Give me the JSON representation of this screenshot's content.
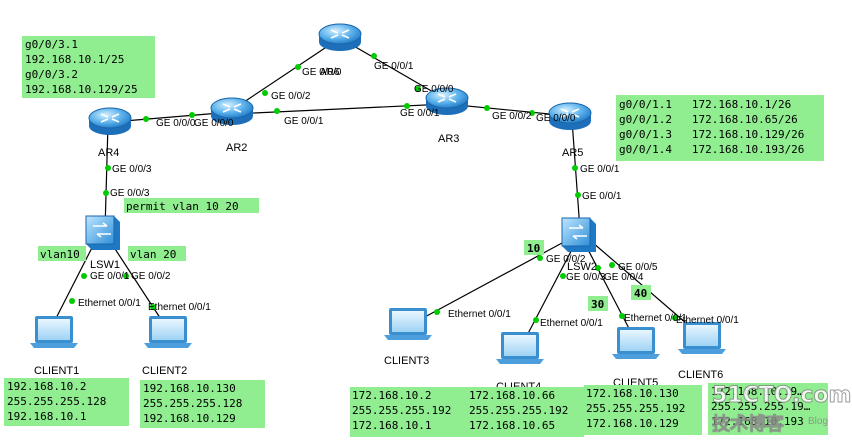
{
  "routers": {
    "ar_top": "AR6",
    "ar2": "AR2",
    "ar3": "AR3",
    "ar4": "AR4",
    "ar5": "AR5"
  },
  "switches": {
    "lsw1": "LSW1",
    "lsw2": "LSW2"
  },
  "clients": [
    "CLIENT1",
    "CLIENT2",
    "CLIENT3",
    "CLIENT4",
    "CLIENT5",
    "CLIENT6"
  ],
  "ports": {
    "top_left": "GE 0/0/0",
    "top_right": "GE 0/0/1",
    "ar2_top": "GE 0/0/2",
    "ar3_top": "GE 0/0/0",
    "ar4_right": "GE 0/0/0",
    "ar2_left": "GE 0/0/0",
    "ar2_right": "GE 0/0/1",
    "ar3_left": "GE 0/0/1",
    "ar3_right": "GE 0/0/2",
    "ar5_left": "GE 0/0/0",
    "ar4_down": "GE 0/0/3",
    "lsw1_up": "GE 0/0/3",
    "lsw1_p1": "GE 0/0/1",
    "lsw1_p2": "GE 0/0/2",
    "client1_eth": "Ethernet 0/0/1",
    "client2_eth": "Ethernet 0/0/1",
    "ar5_down": "GE 0/0/1",
    "lsw2_up": "GE 0/0/1",
    "lsw2_p2": "GE 0/0/2",
    "lsw2_p3": "GE 0/0/3",
    "lsw2_p4": "GE 0/0/4",
    "lsw2_p5": "GE 0/0/5",
    "client3_eth": "Ethernet 0/0/1",
    "client4_eth": "Ethernet 0/0/1",
    "client5_eth": "Ethernet 0/0/1",
    "client6_eth": "Ethernet 0/0/1"
  },
  "notes": {
    "ar4_subifs": [
      "g0/0/3.1",
      "192.168.10.1/25",
      "g0/0/3.2",
      "192.168.10.129/25"
    ],
    "ar5_subifs": [
      "g0/0/1.1   172.168.10.1/26",
      "g0/0/1.2   172.168.10.65/26",
      "g0/0/1.3   172.168.10.129/26",
      "g0/0/1.4   172.168.10.193/26"
    ],
    "trunk": "permit vlan 10 20",
    "vlan10": "vlan10",
    "vlan20": "vlan 20",
    "tag10": "10",
    "tag30": "30",
    "tag40": "40",
    "client1": [
      "192.168.10.2",
      "255.255.255.128",
      "192.168.10.1"
    ],
    "client2": [
      "192.168.10.130",
      "255.255.255.128",
      "192.168.10.129"
    ],
    "client3": [
      "172.168.10.2",
      "255.255.255.192",
      "172.168.10.1"
    ],
    "client4": [
      "172.168.10.66",
      "255.255.255.192",
      "172.168.10.65"
    ],
    "client5": [
      "172.168.10.130",
      "255.255.255.192",
      "172.168.10.129"
    ],
    "client6": [
      "172.168.10.19…",
      "255.255.255.19…",
      "172.168.10.193"
    ]
  },
  "watermark": {
    "brand": "51CTO.com",
    "sub": "技术博客",
    "blog": "Blog"
  },
  "colors": {
    "note_bg": "#90ee90",
    "router": "#2f8fd8",
    "link": "#000000",
    "port_dot": "#00cc00"
  }
}
